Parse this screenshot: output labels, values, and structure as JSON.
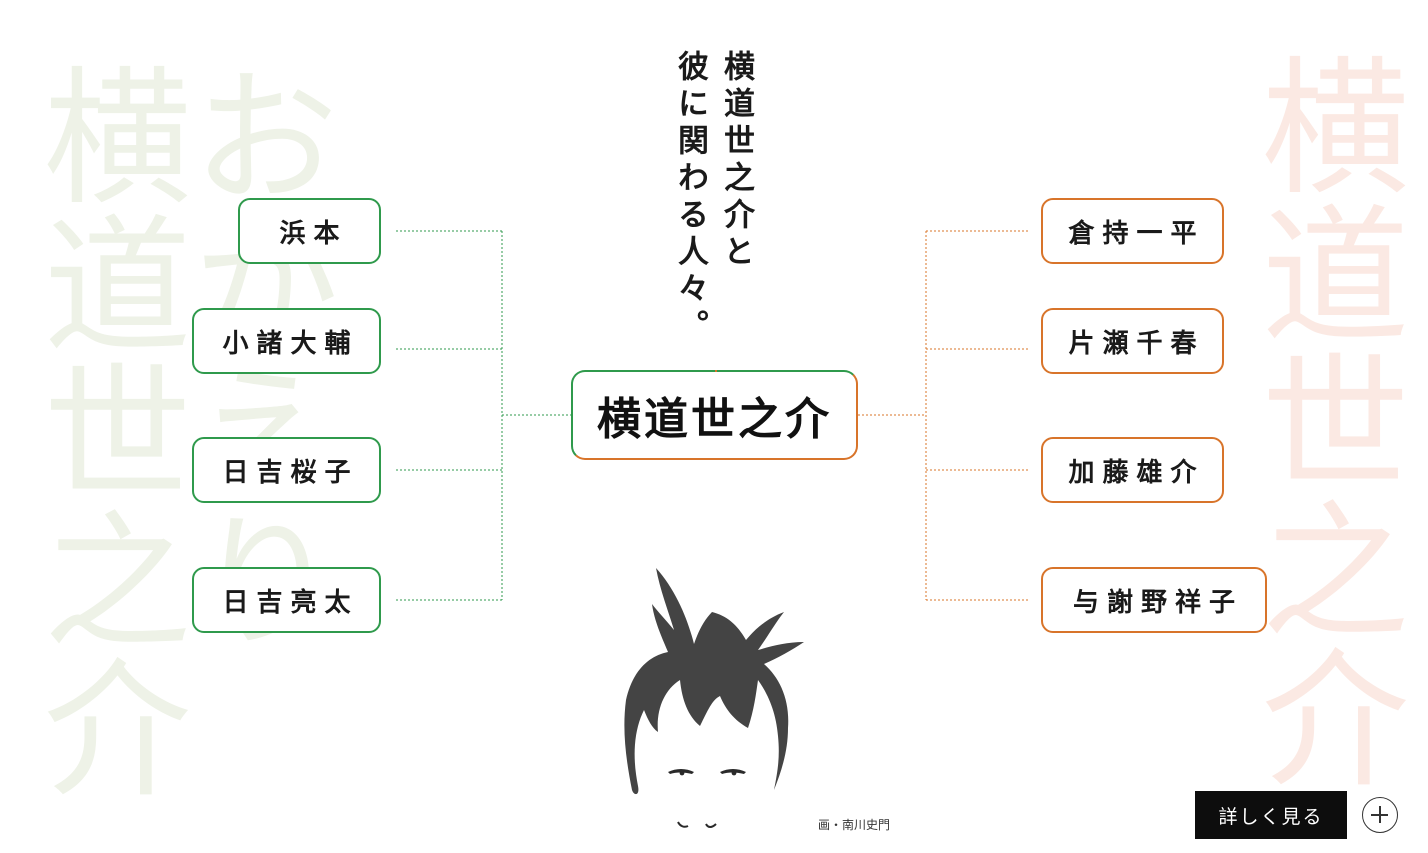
{
  "background_text": {
    "left_name": "横道世之介",
    "left_okaeri": "おかえり",
    "right_name": "横道世之介"
  },
  "title": {
    "line1": "横道世之介と",
    "line2": "彼に関わる人々。"
  },
  "center": {
    "name": "横道世之介"
  },
  "left_people": [
    {
      "name": "浜本"
    },
    {
      "name": "小諸大輔"
    },
    {
      "name": "日吉桜子"
    },
    {
      "name": "日吉亮太"
    }
  ],
  "right_people": [
    {
      "name": "倉持一平"
    },
    {
      "name": "片瀬千春"
    },
    {
      "name": "加藤雄介"
    },
    {
      "name": "与謝野祥子"
    }
  ],
  "credit": "画・南川史門",
  "detail_button": {
    "label": "詳しく見る"
  },
  "icons": {
    "plus": "plus-circle-icon",
    "portrait": "portrait-illustration"
  },
  "colors": {
    "left_accent": "#2f9a4c",
    "right_accent": "#d8742a",
    "button_bg": "#0d0d0d"
  }
}
